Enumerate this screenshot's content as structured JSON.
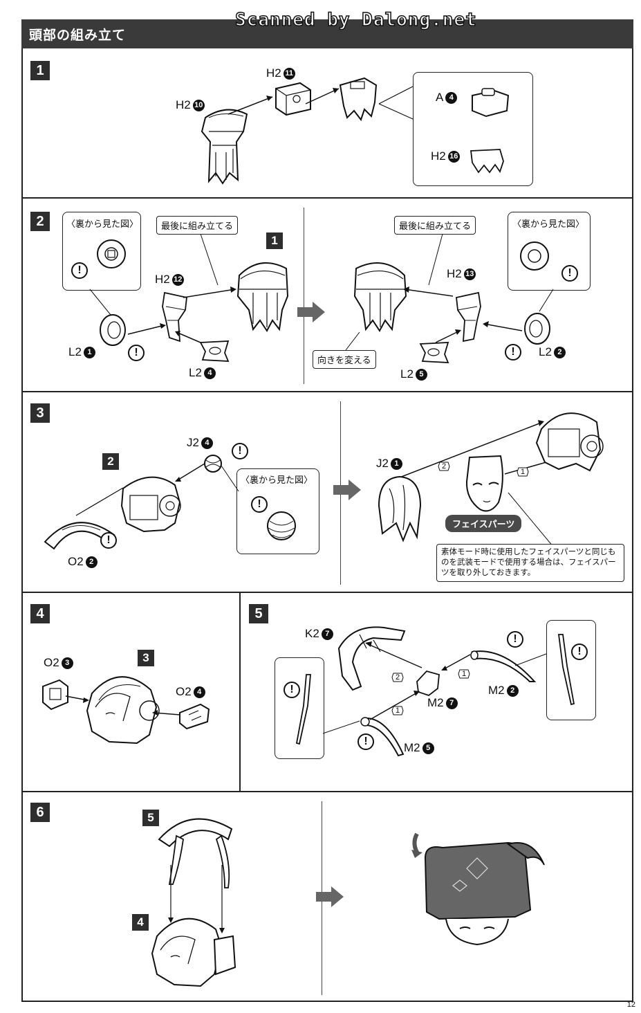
{
  "header": {
    "title": "頭部の組み立て",
    "watermark": "Scanned by Dalong.net"
  },
  "page_number": "12",
  "inset_label": "〈裏から見た図〉",
  "warning_mark": "!",
  "steps": {
    "s1": {
      "num": "1",
      "parts": {
        "h2_10": {
          "code": "H2",
          "n": "10"
        },
        "h2_11": {
          "code": "H2",
          "n": "11"
        },
        "a_4": {
          "code": "A",
          "n": "4"
        },
        "h2_16": {
          "code": "H2",
          "n": "16"
        }
      }
    },
    "s2": {
      "num": "2",
      "note_last": "最後に組み立てる",
      "note_turn": "向きを変える",
      "ref": "1",
      "parts": {
        "h2_12": {
          "code": "H2",
          "n": "12"
        },
        "l2_1": {
          "code": "L2",
          "n": "1"
        },
        "l2_4": {
          "code": "L2",
          "n": "4"
        },
        "h2_13": {
          "code": "H2",
          "n": "13"
        },
        "l2_2": {
          "code": "L2",
          "n": "2"
        },
        "l2_5": {
          "code": "L2",
          "n": "5"
        }
      }
    },
    "s3": {
      "num": "3",
      "ref": "2",
      "face_tag": "フェイスパーツ",
      "face_note": "素体モード時に使用したフェイスパーツと同じものを武装モードで使用する場合は、フェイスパーツを取り外しておきます。",
      "order1": "1",
      "order2": "2",
      "parts": {
        "j2_4": {
          "code": "J2",
          "n": "4"
        },
        "o2_2": {
          "code": "O2",
          "n": "2"
        },
        "j2_1": {
          "code": "J2",
          "n": "1"
        }
      }
    },
    "s4": {
      "num": "4",
      "ref": "3",
      "parts": {
        "o2_3": {
          "code": "O2",
          "n": "3"
        },
        "o2_4": {
          "code": "O2",
          "n": "4"
        }
      }
    },
    "s5": {
      "num": "5",
      "order1": "1",
      "order2": "2",
      "parts": {
        "k2_7": {
          "code": "K2",
          "n": "7"
        },
        "m2_7": {
          "code": "M2",
          "n": "7"
        },
        "m2_2": {
          "code": "M2",
          "n": "2"
        },
        "m2_5": {
          "code": "M2",
          "n": "5"
        }
      }
    },
    "s6": {
      "num": "6",
      "ref_top": "5",
      "ref_bottom": "4"
    }
  }
}
